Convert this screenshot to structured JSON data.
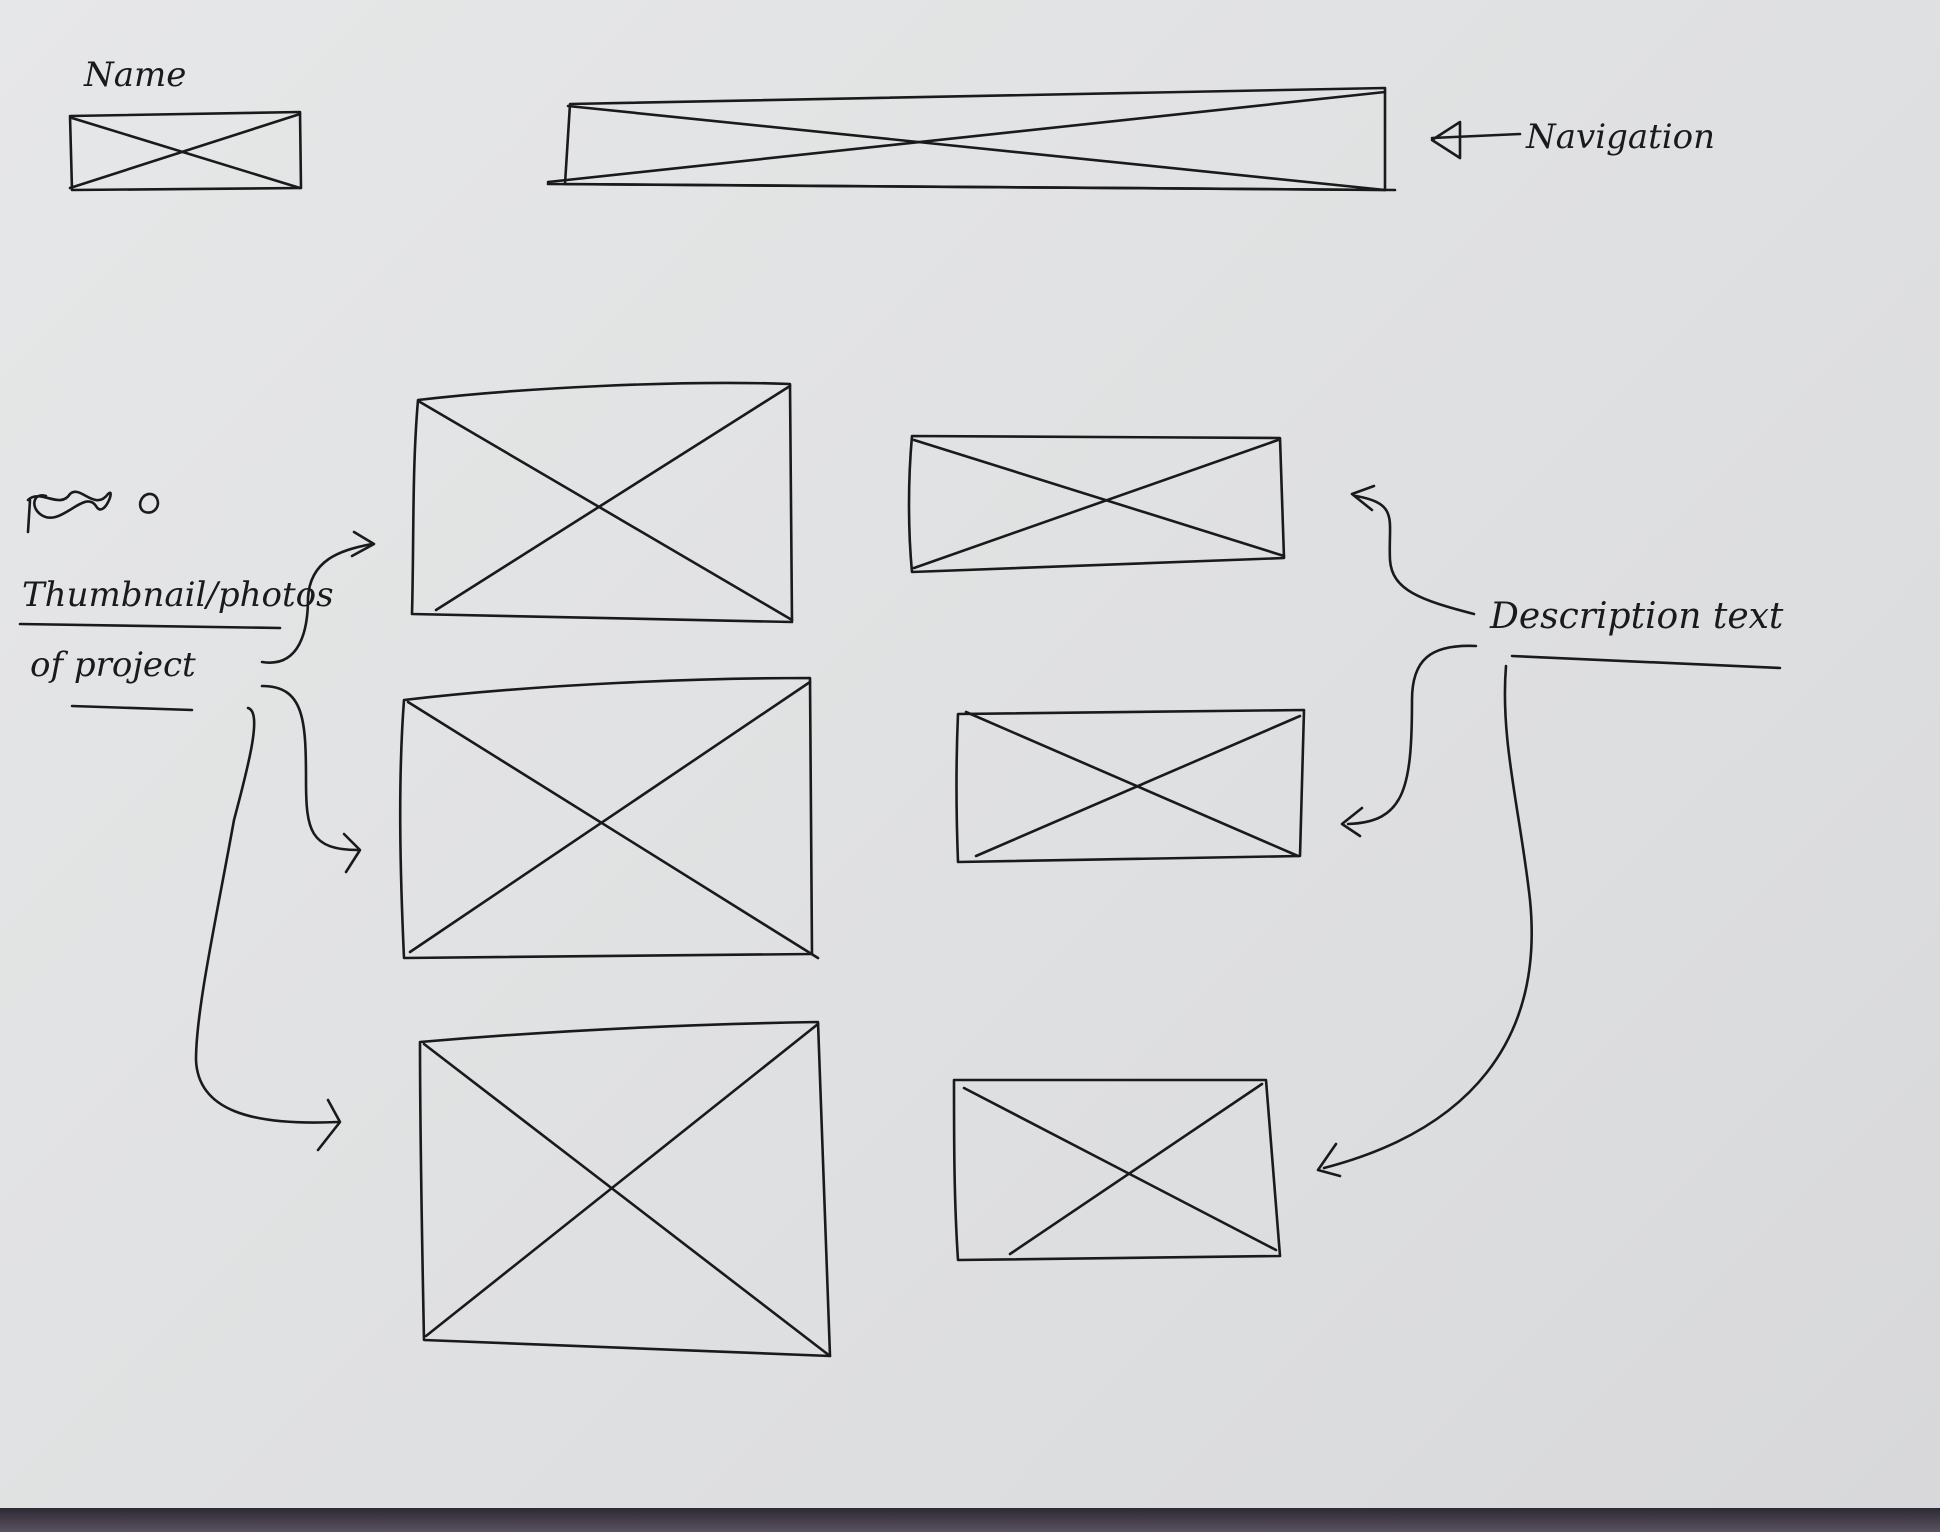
{
  "labels": {
    "name": "Name",
    "navigation": "Navigation",
    "thumbnail_line1": "Thumbnail/photos",
    "thumbnail_line2": "of project",
    "description": "Description text"
  },
  "placeholders": {
    "header": [
      "name-box",
      "navigation-bar"
    ],
    "thumbnails": [
      "thumbnail-1",
      "thumbnail-2",
      "thumbnail-3"
    ],
    "descriptions": [
      "description-1",
      "description-2",
      "description-3"
    ]
  },
  "colors": {
    "paper": "#e3e4e5",
    "ink": "#1a1a1c",
    "background": "#4a4450"
  }
}
